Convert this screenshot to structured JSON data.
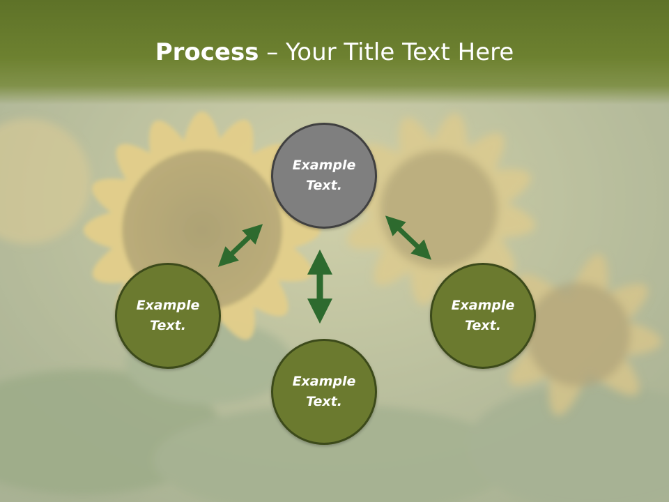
{
  "slide": {
    "title_bold": "Process",
    "title_rest": " – Your Title Text Here"
  },
  "nodes": [
    {
      "id": "top",
      "line1": "Example",
      "line2": "Text.",
      "color": "#7f7f7f"
    },
    {
      "id": "left",
      "line1": "Example",
      "line2": "Text.",
      "color": "#6b7a2f"
    },
    {
      "id": "right",
      "line1": "Example",
      "line2": "Text.",
      "color": "#6b7a2f"
    },
    {
      "id": "bottom",
      "line1": "Example",
      "line2": "Text.",
      "color": "#6b7a2f"
    }
  ],
  "colors": {
    "header": "#6d8130",
    "arrow": "#2d6a2e",
    "background_image": "faded sunflower field"
  }
}
